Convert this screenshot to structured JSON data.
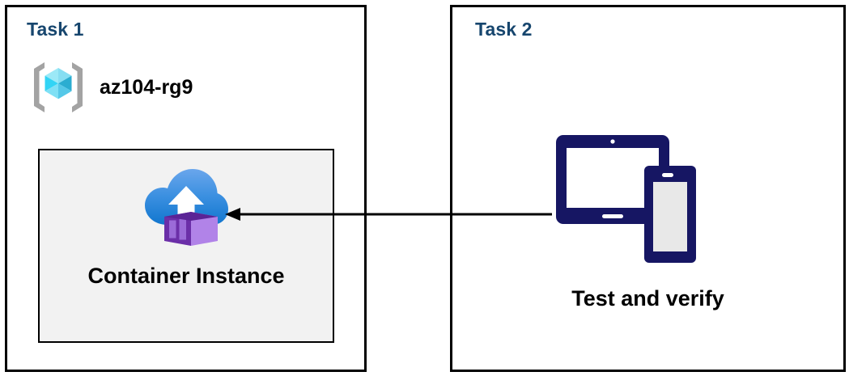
{
  "diagram": {
    "type": "azure-architecture-task-diagram",
    "background": "#FFFFFF",
    "colors": {
      "panel_border": "#000000",
      "task_heading": "#17466E",
      "card_background": "#F2F2F2",
      "card_border": "#000000",
      "arrow": "#000000",
      "resource_group_bracket": "#A3A3A3",
      "resource_group_cube_top": "#9CE9F7",
      "resource_group_cube_left": "#32D4F5",
      "resource_group_cube_right": "#2BADD1",
      "cloud_top": "#5B9BE8",
      "cloud_bottom": "#1580D4",
      "cloud_arrow": "#FFFFFF",
      "container_dark_purple": "#6B2FA8",
      "container_light_purple": "#B183E8",
      "container_panel_purple": "#9B6BD8",
      "device_navy": "#161663",
      "device_screen_gray": "#E8E8E8"
    }
  },
  "panels": [
    {
      "id": "task1",
      "title": "Task 1",
      "resource_group": {
        "icon": "resource-group-icon",
        "label": "az104-rg9"
      },
      "card": {
        "icon": "container-instance-icon",
        "label": "Container Instance"
      }
    },
    {
      "id": "task2",
      "title": "Task 2",
      "device": {
        "icon": "devices-tablet-phone-icon",
        "label": "Test and verify"
      }
    }
  ],
  "connector": {
    "name": "arrow-task2-to-container-instance",
    "direction": "right-to-left",
    "from": "Test and verify",
    "to": "Container Instance",
    "style": "solid-line-with-arrowhead"
  }
}
